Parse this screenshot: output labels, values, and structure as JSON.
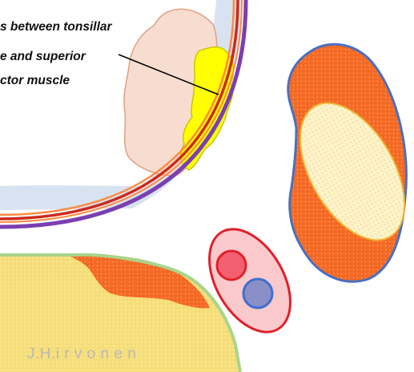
{
  "annotation": {
    "line1": "s between tonsillar",
    "line2": "e and superior",
    "line3": "ctor muscle"
  },
  "signature": "J.H.i r v o n e n",
  "colors": {
    "tonsil_tissue": "#f7ddd0",
    "tonsil_outline": "#e2a080",
    "yellow_region": "#ffff00",
    "yellow_outline": "#c8c800",
    "pale_blue_layer": "#d8e3f2",
    "wall_purple": "#7a3fb0",
    "wall_red": "#cc2a1a",
    "wall_orange": "#ff8a40",
    "muscle_orange": "#f26a25",
    "muscle_outline_blue": "#4a6fbf",
    "bone_cream": "#fdf3c8",
    "fat_yellow": "#f5dd7a",
    "fascia_green": "#a8d58a",
    "vessel_capsule": "#f9c9cc",
    "artery_red": "#f26070",
    "vein_blue": "#8b8fc8",
    "vessel_outline_red": "#e0202a",
    "vein_outline_blue": "#3f6fd0"
  }
}
